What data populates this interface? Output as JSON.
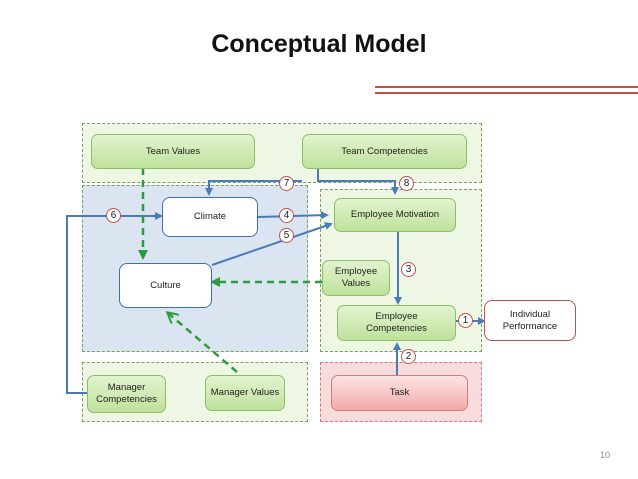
{
  "title": "Conceptual Model",
  "page_number": "10",
  "nodes": {
    "team_values": "Team Values",
    "team_competencies": "Team Competencies",
    "climate": "Climate",
    "employee_motivation": "Employee Motivation",
    "culture": "Culture",
    "employee_values": "Employee Values",
    "employee_competencies": "Employee Competencies",
    "individual_performance": "Individual Performance",
    "manager_competencies": "Manager Competencies",
    "manager_values": "Manager Values",
    "task": "Task"
  },
  "markers": [
    "1",
    "2",
    "3",
    "4",
    "5",
    "6",
    "7",
    "8"
  ],
  "colors": {
    "accent_red": "#c0504d",
    "arrow_blue": "#4a7ab8",
    "dashed_green": "#2e9a3e",
    "team_region_fill": "#eef6e4",
    "org_region_fill": "#dbe5f1",
    "task_region_fill": "#f8dcdc"
  }
}
